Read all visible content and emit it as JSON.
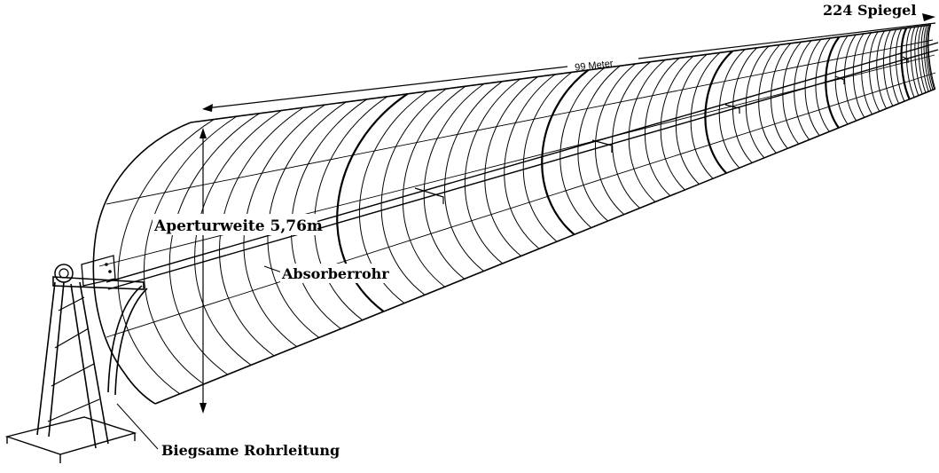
{
  "labels": {
    "length": "99 Meter",
    "mirrors": "224 Spiegel",
    "aperture": "Aperturweite 5,76m",
    "absorber": "Absorberrohr",
    "hose": "Biegsame Rohrleitung"
  },
  "colors": {
    "ink": "#000000",
    "background": "#ffffff"
  }
}
